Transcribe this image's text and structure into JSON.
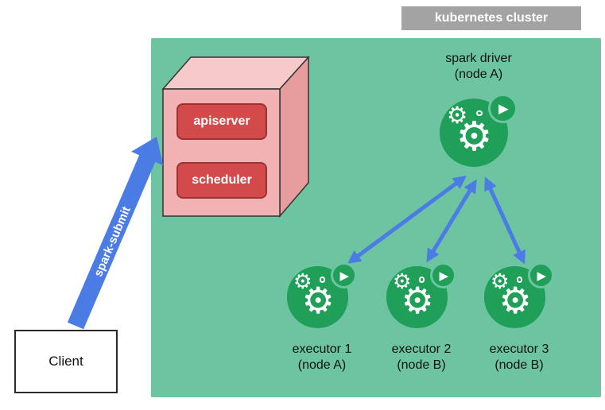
{
  "title_badge": "kubernetes cluster",
  "client": "Client",
  "spark_submit": "spark-submit",
  "control_plane": {
    "apiserver": "apiserver",
    "scheduler": "scheduler"
  },
  "driver": {
    "name": "spark driver",
    "node": "(node A)"
  },
  "executors": [
    {
      "name": "executor 1",
      "node": "(node A)"
    },
    {
      "name": "executor 2",
      "node": "(node B)"
    },
    {
      "name": "executor 3",
      "node": "(node B)"
    }
  ],
  "icons": [
    "gear-icon",
    "play-icon",
    "cube-3d-icon"
  ],
  "colors": {
    "cluster_bg": "#6cc5a0",
    "pod_green": "#1f9f58",
    "arrow_blue": "#4b7ce6",
    "cube_front": "#f0b2b2",
    "cube_top": "#f6caca",
    "cube_side": "#e79d9d",
    "box_red": "#d24a4a",
    "badge_gray": "#a3a3a3"
  }
}
